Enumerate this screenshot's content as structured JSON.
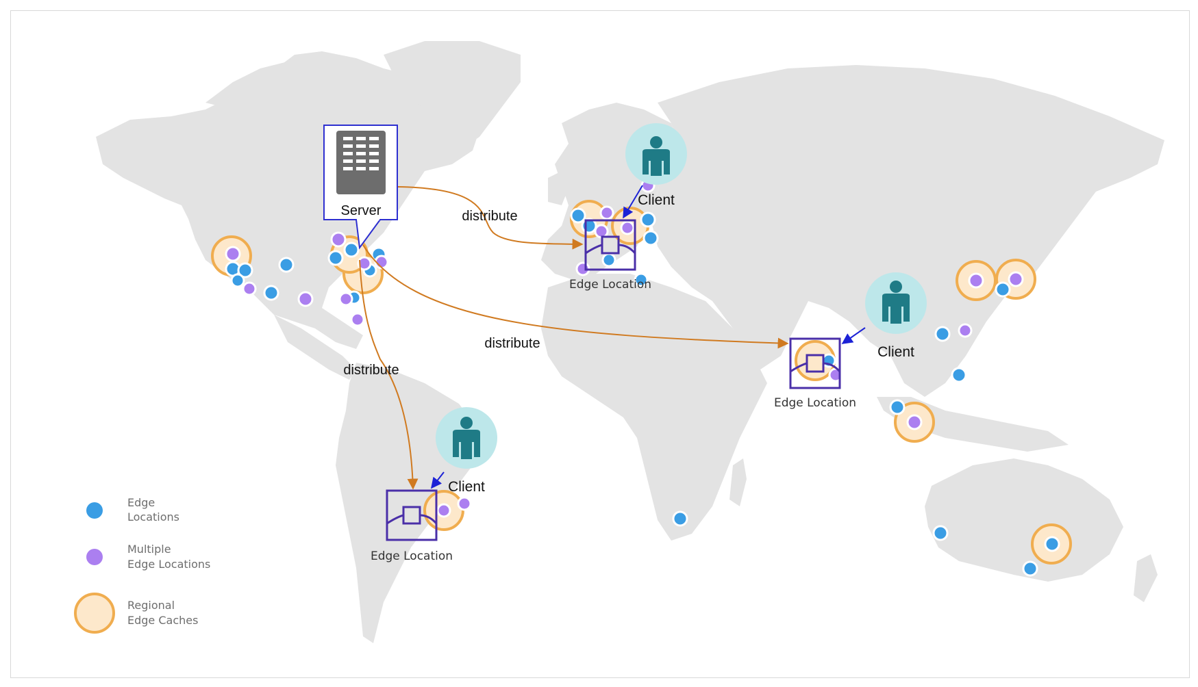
{
  "colors": {
    "land": "#e3e3e3",
    "edge_location_dot": "#3a9de4",
    "multiple_edge_dot": "#ab7ff0",
    "regional_cache_fill": "#fde8cb",
    "regional_cache_ring": "#f0ad4f",
    "edge_box": "#4a2fa8",
    "distribute_arrow": "#d07a20",
    "client_arrow": "#1c22d6",
    "client_circle": "#bde7ea",
    "client_figure": "#1f7b86",
    "server_icon": "#6d6d6d",
    "server_box": "#2d2fd0"
  },
  "server": {
    "label": "Server",
    "icon": "server-rack-icon"
  },
  "distribute_labels": [
    "distribute",
    "distribute",
    "distribute"
  ],
  "edge_locations": [
    {
      "id": "europe",
      "label": "Edge Location"
    },
    {
      "id": "asia",
      "label": "Edge Location"
    },
    {
      "id": "south-america",
      "label": "Edge Location"
    }
  ],
  "clients": [
    {
      "id": "europe",
      "label": "Client",
      "icon": "person-icon"
    },
    {
      "id": "asia",
      "label": "Client",
      "icon": "person-icon"
    },
    {
      "id": "south-america",
      "label": "Client",
      "icon": "person-icon"
    }
  ],
  "legend": {
    "edge": "Edge\nLocations",
    "multiple": "Multiple\nEdge Locations",
    "regional": "Regional\nEdge Caches"
  }
}
